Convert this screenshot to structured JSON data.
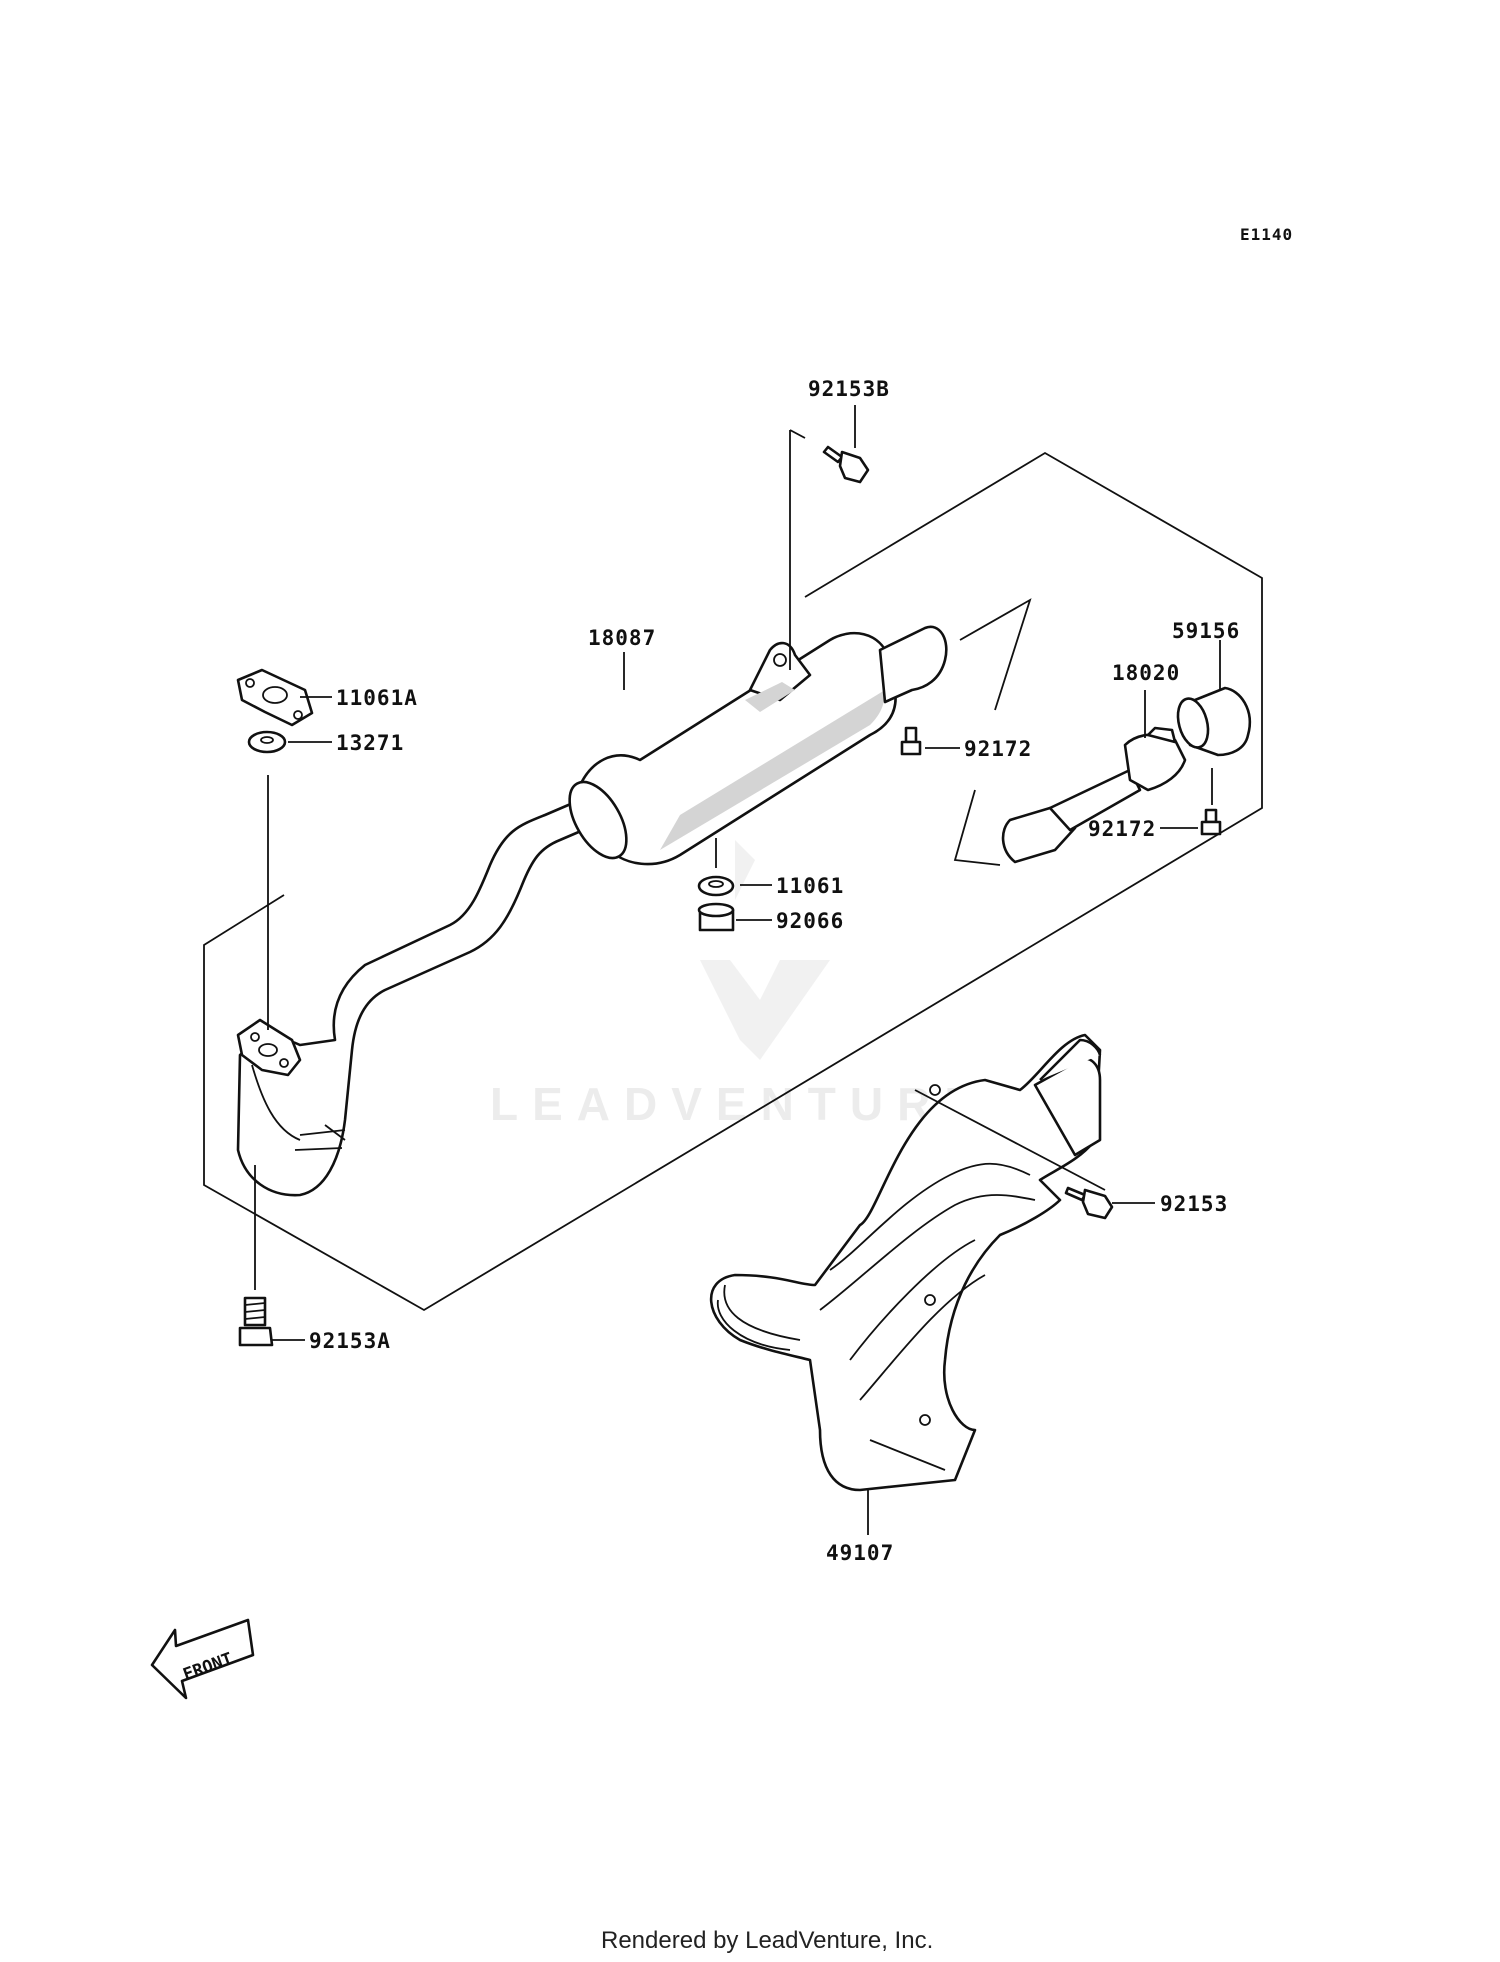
{
  "diagram_ref": "E1140",
  "watermark": "LEADVENTURE",
  "footer": "Rendered by LeadVenture, Inc.",
  "direction_label": "FRONT",
  "parts": {
    "p92153B": "92153B",
    "p18087": "18087",
    "p11061A": "11061A",
    "p13271": "13271",
    "p59156": "59156",
    "p18020": "18020",
    "p92172_a": "92172",
    "p92172_b": "92172",
    "p11061": "11061",
    "p92066": "92066",
    "p92153": "92153",
    "p92153A": "92153A",
    "p49107": "49107"
  },
  "icons": [
    "logo-watermark-icon",
    "front-arrow-icon"
  ]
}
